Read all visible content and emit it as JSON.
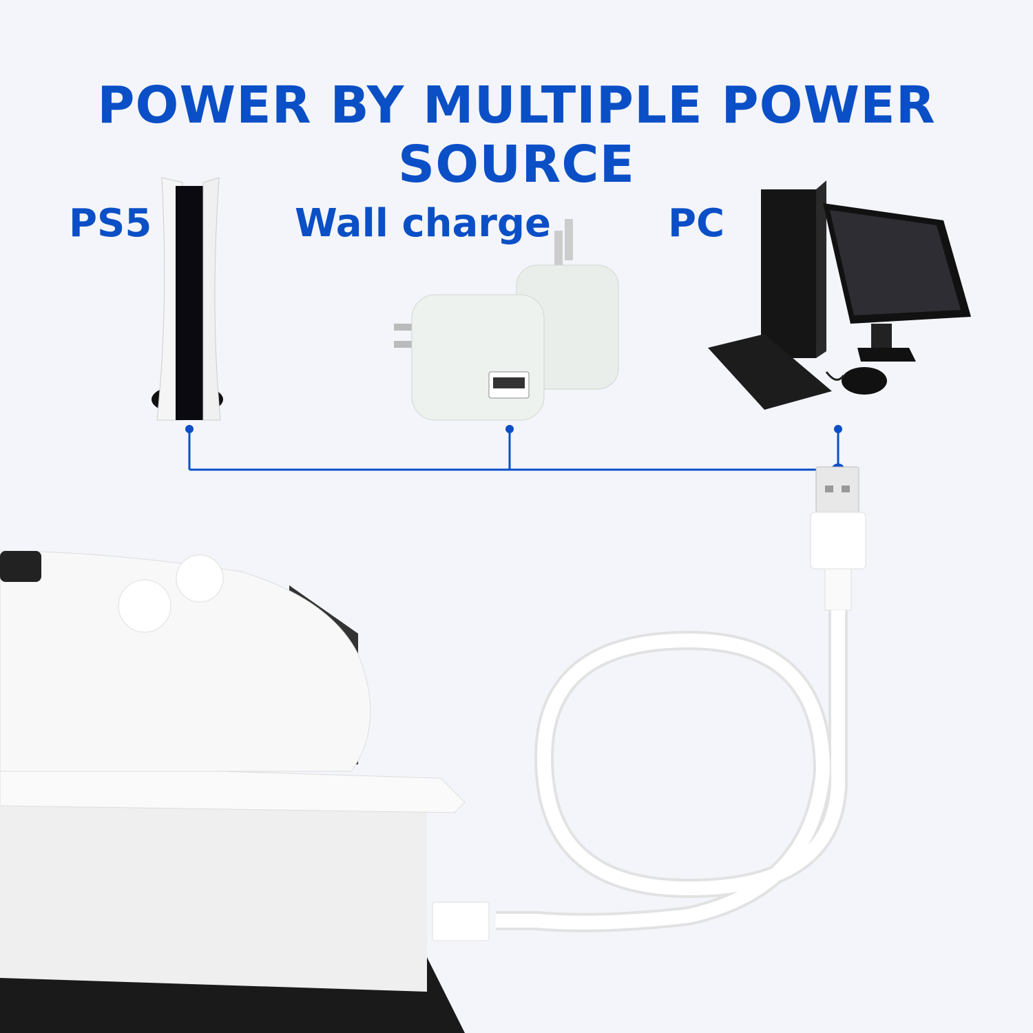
{
  "title": "POWER BY MULTIPLE POWER SOURCE",
  "sources": [
    {
      "label": "PS5"
    },
    {
      "label": "Wall charge"
    },
    {
      "label": "PC"
    }
  ],
  "colors": {
    "accent": "#0b4fc6",
    "background": "#f3f5fa"
  }
}
